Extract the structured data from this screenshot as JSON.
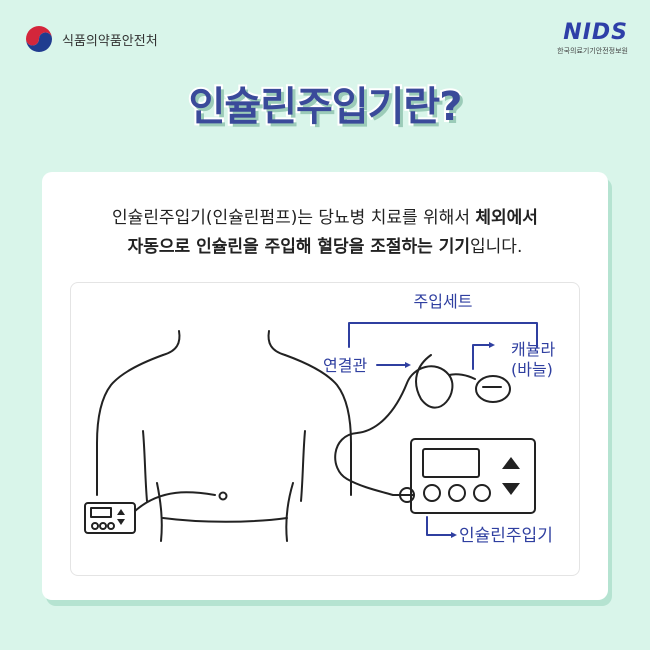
{
  "header": {
    "agency_name": "식품의약품안전처",
    "partner_logo": "NIDS",
    "partner_name": "한국의료기기안전정보원"
  },
  "title": "인슐린주입기란?",
  "description": {
    "line1_a": "인슐린주입기(인슐린펌프)는 당뇨병 치료를 위해서 ",
    "line1_b": "체외에서",
    "line2_a": "자동으로 인슐린을 주입해 혈당을 조절하는 기기",
    "line2_b": "입니다."
  },
  "diagram": {
    "label_infusion_set": "주입세트",
    "label_tubing": "연결관",
    "label_cannula_1": "캐뉼라",
    "label_cannula_2": "(바늘)",
    "label_pump": "인슐린주입기"
  },
  "colors": {
    "background": "#d9f5ea",
    "accent": "#3a4a9a",
    "label": "#2f3fa0"
  }
}
